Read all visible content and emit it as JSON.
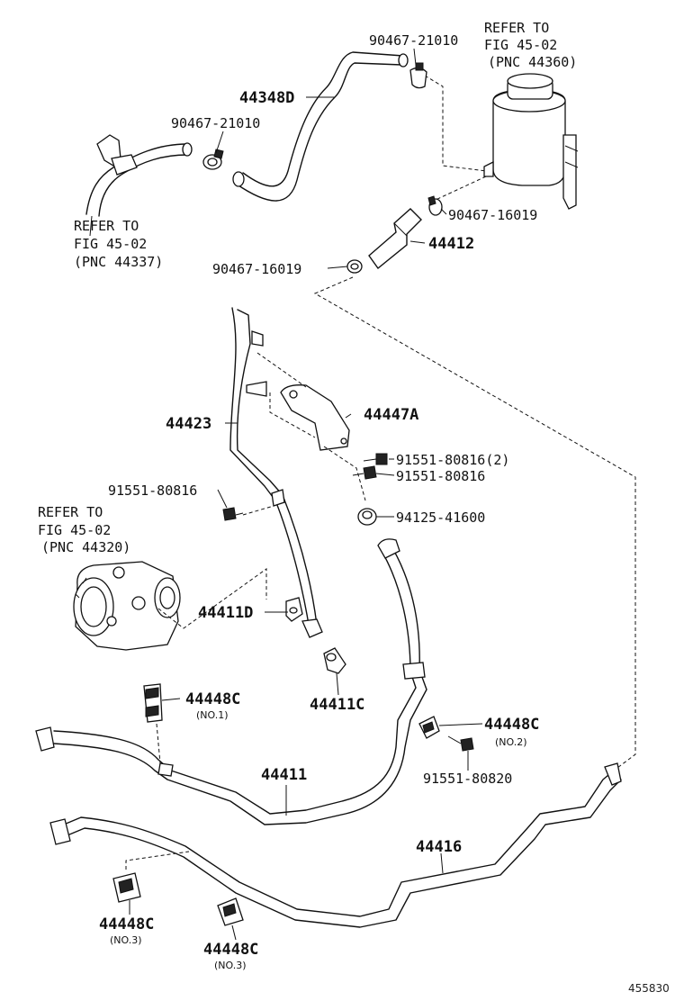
{
  "labels": {
    "refer_reservoir": [
      "REFER TO",
      "FIG 45-02",
      "(PNC 44360)"
    ],
    "refer_left": [
      "REFER TO",
      "FIG 45-02",
      "(PNC 44337)"
    ],
    "refer_pump": [
      "REFER TO",
      "FIG 45-02",
      "(PNC 44320)"
    ],
    "clamp_top_right": "90467-21010",
    "clamp_top_left": "90467-21010",
    "hose_44348D": "44348D",
    "clamp_16019_right": "90467-16019",
    "hose_44412": "44412",
    "clamp_16019_left": "90467-16019",
    "bracket_44447A": "44447A",
    "bolt_80816_2": "91551-80816(2)",
    "bolt_80816_b": "91551-80816",
    "tube_44423": "44423",
    "bolt_80816_left": "91551-80816",
    "grommet_41600": "94125-41600",
    "union_44411D": "44411D",
    "bolt_44411C": "44411C",
    "clamp_44448C_no1": "44448C",
    "clamp_no1_sub": "(NO.1)",
    "clamp_44448C_no2": "44448C",
    "clamp_no2_sub": "(NO.2)",
    "bolt_80820": "91551-80820",
    "tube_44411": "44411",
    "tube_44416": "44416",
    "clamp_44448C_no3a": "44448C",
    "clamp_no3a_sub": "(NO.3)",
    "clamp_44448C_no3b": "44448C",
    "clamp_no3b_sub": "(NO.3)",
    "diagram_id": "455830"
  }
}
